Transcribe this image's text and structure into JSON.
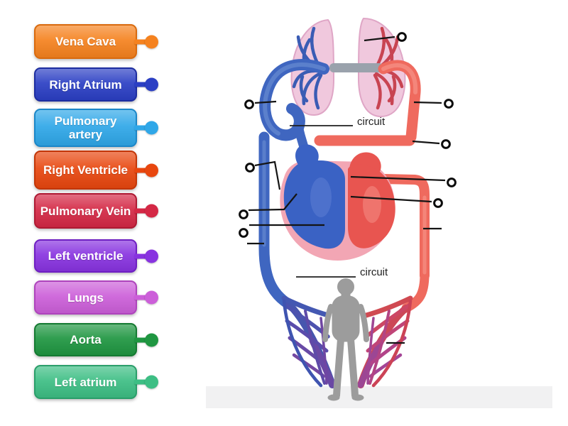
{
  "activity": {
    "labels": [
      {
        "text": "Vena Cava",
        "color": "#F5821F",
        "dark": "#D96A0E"
      },
      {
        "text": "Right Atrium",
        "color": "#2B3FC4",
        "dark": "#1D2DA0"
      },
      {
        "text": "Pulmonary artery",
        "color": "#2FA7E8",
        "dark": "#1B87C8"
      },
      {
        "text": "Right Ventricle",
        "color": "#E8470F",
        "dark": "#C23608"
      },
      {
        "text": "Pulmonary Vein",
        "color": "#D42845",
        "dark": "#AE1A33"
      },
      {
        "text": "Left ventricle",
        "color": "#8833E0",
        "dark": "#6E1FC2"
      },
      {
        "text": "Lungs",
        "color": "#CC5FD9",
        "dark": "#AE44BC"
      },
      {
        "text": "Aorta",
        "color": "#1F9641",
        "dark": "#147A31"
      },
      {
        "text": "Left atrium",
        "color": "#3DBE84",
        "dark": "#2A9E6A"
      }
    ],
    "diagram": {
      "pulmonary_circuit_label": "circuit",
      "systemic_circuit_label": "circuit"
    },
    "colors": {
      "vein_blue": "#3F66C0",
      "artery_red": "#EF6A5E",
      "heart_blue": "#3A62C4",
      "heart_red": "#E85550",
      "heart_pink": "#F2A6B4",
      "lung_pink": "#F0C8DD",
      "silhouette_gray": "#9C9C9C",
      "annotation_black": "#141414"
    }
  }
}
